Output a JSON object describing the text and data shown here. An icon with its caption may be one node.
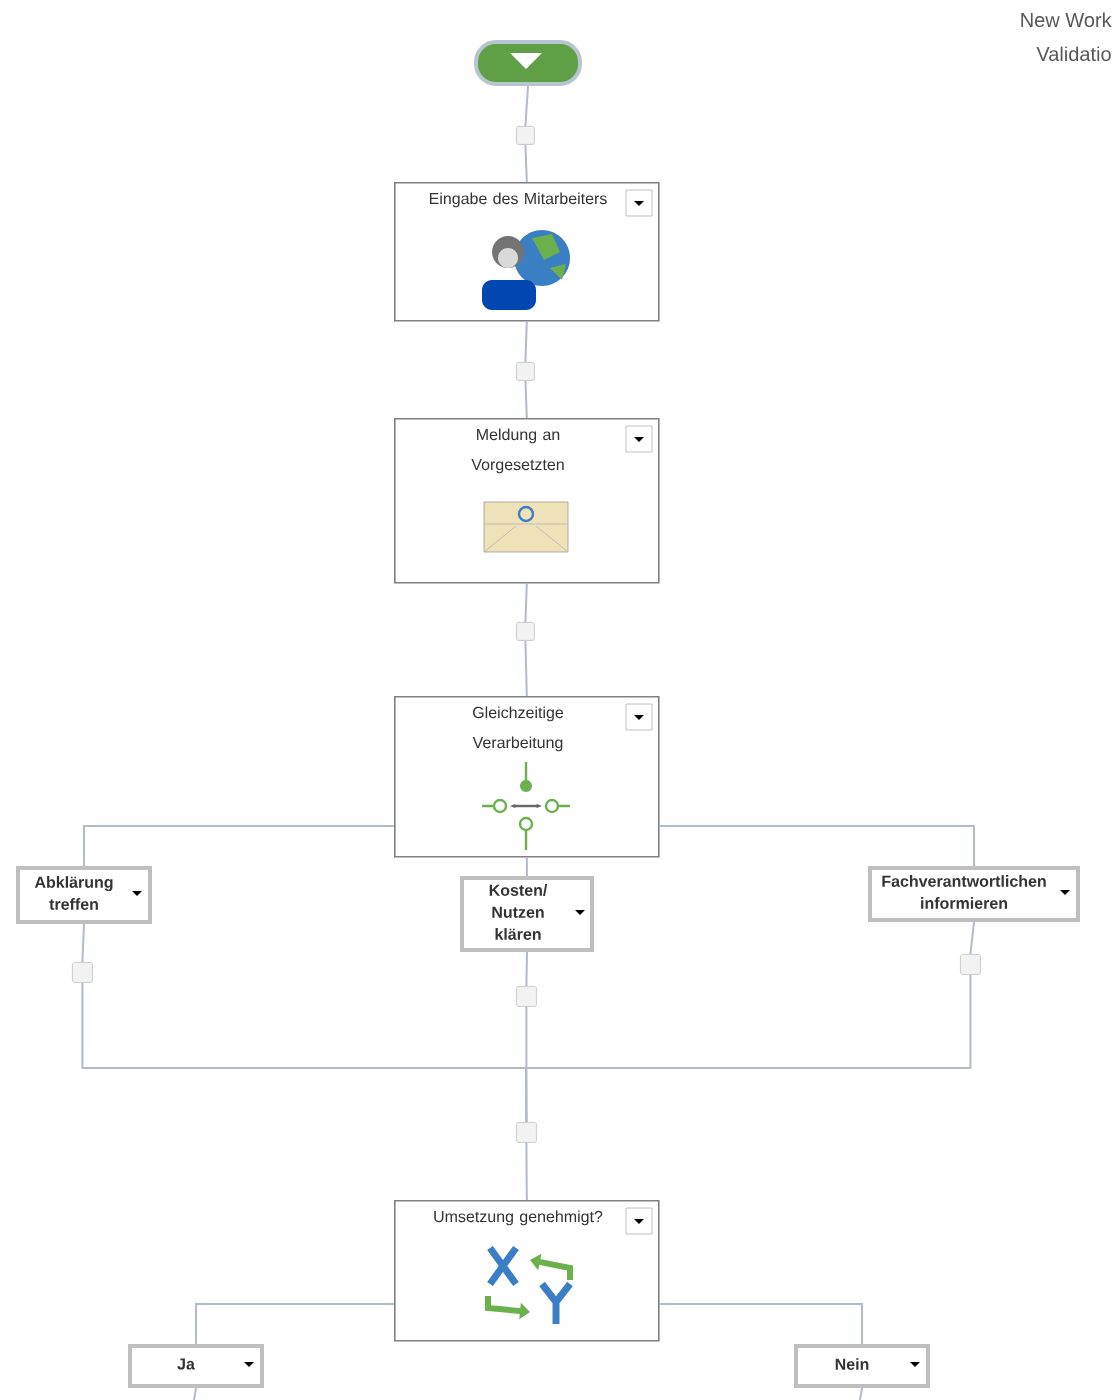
{
  "diagram": {
    "nodes": [
      {
        "text": [],
        "shape": "capsule"
      },
      {
        "text": [],
        "shape": "box"
      },
      {
        "text": [
          "Eingabe des Mitarbeiters"
        ]
      },
      {
        "text": [],
        "shape": "box"
      },
      {
        "text": [
          "Meldung an Vorgesetzten"
        ]
      },
      {
        "text": [],
        "shape": "box"
      },
      {
        "text": [
          "Gleichzeitige Verarbeitung"
        ]
      },
      {
        "text": [
          "Abklärung treffen"
        ]
      },
      {
        "text": [
          "Kosten/ Nutzen klären"
        ]
      },
      {
        "text": [
          "Fachverantwortlichen informieren"
        ]
      },
      {
        "text": [],
        "shape": "box"
      },
      {
        "text": [],
        "shape": "box"
      },
      {
        "text": [],
        "shape": "box"
      },
      {
        "text": [],
        "shape": "box"
      },
      {
        "text": [
          "Umsetzung genehmigt?"
        ]
      },
      {
        "text": [
          "Ja"
        ]
      },
      {
        "text": [
          "Nein"
        ]
      }
    ],
    "edges": [
      {
        "from": 0,
        "to": 1,
        "arrow": "none"
      },
      {
        "from": 1,
        "to": 2,
        "arrow": "none"
      },
      {
        "from": 2,
        "to": 3,
        "arrow": "none"
      },
      {
        "from": 3,
        "to": 4,
        "arrow": "none"
      },
      {
        "from": 4,
        "to": 5,
        "arrow": "none"
      },
      {
        "from": 5,
        "to": 6,
        "arrow": "none"
      },
      {
        "from": 6,
        "to": 7,
        "arrow": "none"
      },
      {
        "from": 6,
        "to": 8,
        "arrow": "none"
      },
      {
        "from": 6,
        "to": 9,
        "arrow": "none"
      },
      {
        "from": 7,
        "to": 10,
        "arrow": "none"
      },
      {
        "from": 8,
        "to": 12,
        "arrow": "none"
      },
      {
        "from": 9,
        "to": 11,
        "arrow": "none"
      },
      {
        "from": 10,
        "to": 13,
        "arrow": "none"
      },
      {
        "from": 12,
        "to": 13,
        "arrow": "none"
      },
      {
        "from": 11,
        "to": 13,
        "arrow": "none"
      },
      {
        "from": 13,
        "to": 14,
        "arrow": "none"
      },
      {
        "from": 14,
        "to": 15,
        "arrow": "none"
      },
      {
        "from": 14,
        "to": 16,
        "arrow": "none"
      },
      {
        "from": 15,
        "to": null,
        "arrow": "none"
      },
      {
        "from": 16,
        "to": null,
        "arrow": "none"
      }
    ],
    "labels": [
      "New Work",
      "Validatio"
    ]
  }
}
